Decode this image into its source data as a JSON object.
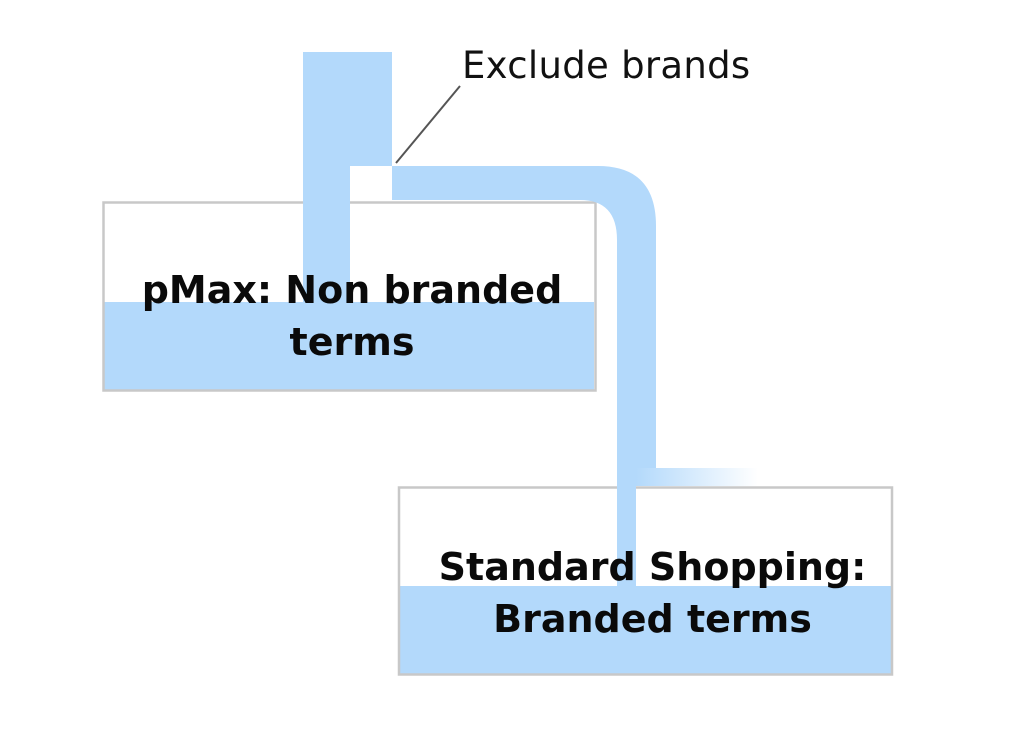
{
  "callout": {
    "label": "Exclude brands"
  },
  "tanks": [
    {
      "line1": "pMax: Non branded",
      "line2": "terms"
    },
    {
      "line1": "Standard Shopping:",
      "line2": "Branded terms"
    }
  ],
  "colors": {
    "fluid": "#b3d9fb",
    "tank_border": "#c8c8c8",
    "text": "#0a0a0a",
    "leader_line": "#555555"
  }
}
